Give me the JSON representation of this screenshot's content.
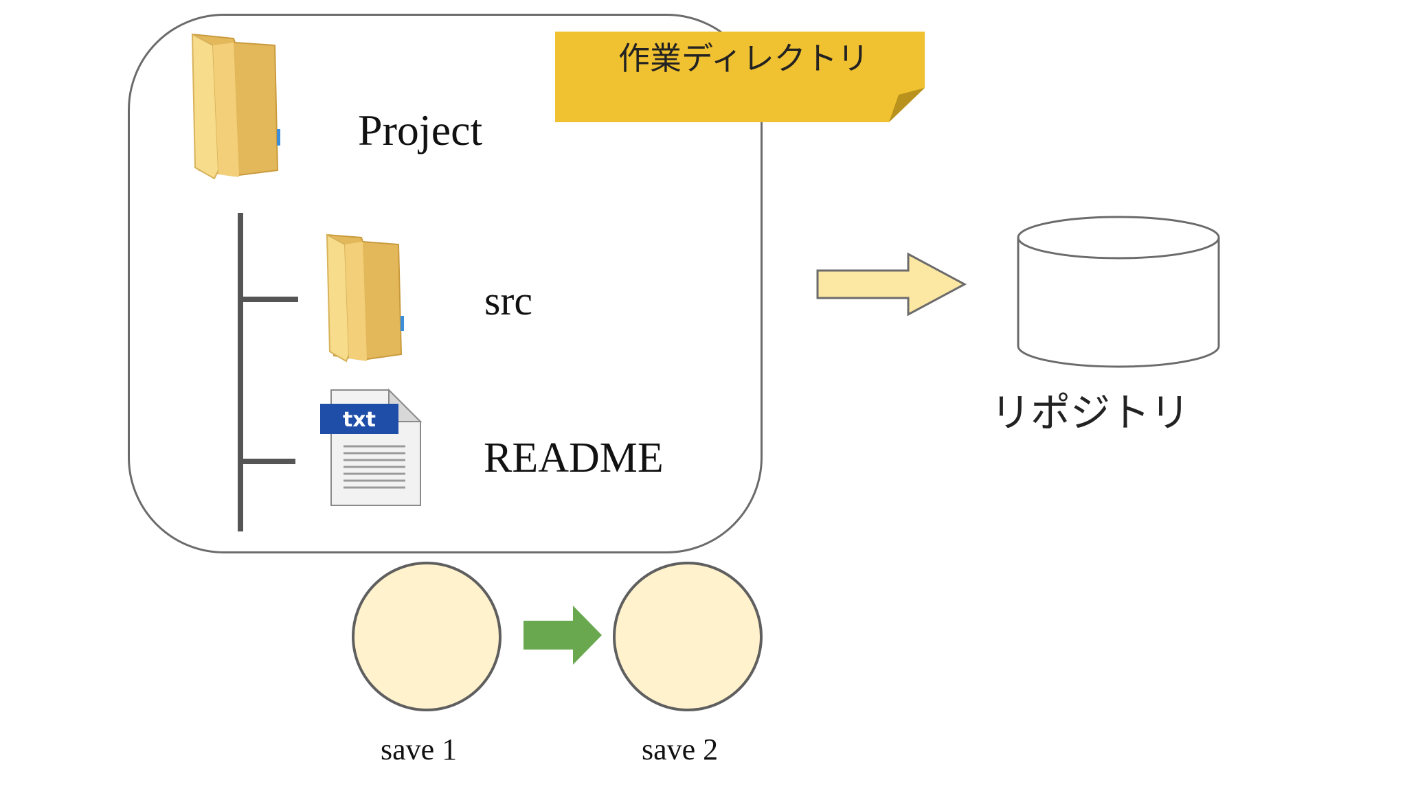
{
  "diagram": {
    "working_directory": {
      "tag": "作業ディレクトリ",
      "root_folder": "Project",
      "children": [
        {
          "name": "src",
          "icon": "folder-icon"
        },
        {
          "name": "README",
          "icon": "txt-file-icon",
          "badge": "txt"
        }
      ]
    },
    "repository": {
      "label": "リポジトリ",
      "icon": "database-cylinder-icon"
    },
    "saves": [
      {
        "label": "save 1"
      },
      {
        "label": "save 2"
      }
    ],
    "colors": {
      "note": "#f0c130",
      "note_fold": "#c9a020",
      "folder_light": "#f7dc8c",
      "folder_dark": "#e2b85a",
      "arrow_yellow": "#fce7a3",
      "arrow_green": "#6aa84f",
      "save_circle": "#fff2cc",
      "outline": "#6b6b6b",
      "txt_badge": "#1f4ea8"
    }
  }
}
